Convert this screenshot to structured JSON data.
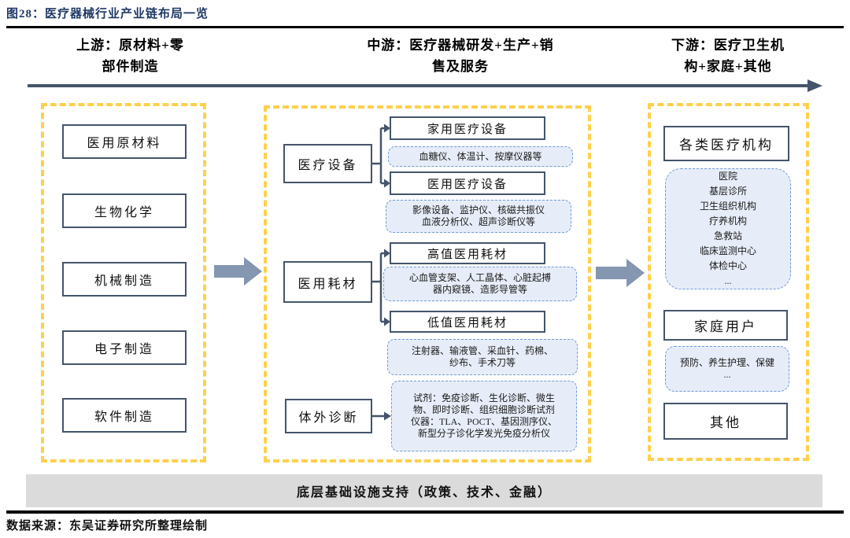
{
  "figure": {
    "title": "图28：医疗器械行业产业链布局一览",
    "source": "数据来源：东吴证券研究所整理绘制",
    "infrastructure": "底层基础设施支持（政策、技术、金融）"
  },
  "colors": {
    "accent_dark": "#44546A",
    "container_dash_yellow": "#FFD04D",
    "block_arrow_blue": "#8496B0",
    "detail_fill": "#E7EDF8",
    "detail_border": "#6F9AD6",
    "title_blue": "#1F3864",
    "infra_bar_gray": "#DBDBDB"
  },
  "stages": {
    "upstream": {
      "header": "上游：原材料+零\n部件制造",
      "items": [
        "医用原材料",
        "生物化学",
        "机械制造",
        "电子制造",
        "软件制造"
      ]
    },
    "midstream": {
      "header": "中游：医疗器械研发+生产+销\n售及服务",
      "groups": [
        {
          "label": "医疗设备",
          "subs": [
            {
              "title": "家用医疗设备",
              "detail": "血糖仪、体温计、按摩仪器等"
            },
            {
              "title": "医用医疗设备",
              "detail": "影像设备、监护仪、核磁共振仪\n血液分析仪、超声诊断仪等"
            }
          ]
        },
        {
          "label": "医用耗材",
          "subs": [
            {
              "title": "高值医用耗材",
              "detail": "心血管支架、人工晶体、心脏起搏\n器内窥镜、造影导管等"
            },
            {
              "title": "低值医用耗材",
              "detail": "注射器、输液管、采血针、药棉、\n纱布、手术刀等"
            }
          ]
        },
        {
          "label": "体外诊断",
          "detail": "试剂：免疫诊断、生化诊断、微生\n物、即时诊断、组织细胞诊断试剂\n仪器：TLA、POCT、基因测序仪、\n新型分子诊化学发光免疫分析仪"
        }
      ]
    },
    "downstream": {
      "header": "下游：医疗卫生机\n构+家庭+其他",
      "groups": [
        {
          "title": "各类医疗机构",
          "detail": "医院\n基层诊所\n卫生组织机构\n疗养机构\n急救站\n临床监测中心\n体检中心\n..."
        },
        {
          "title": "家庭用户",
          "detail": "预防、养生护理、保健\n..."
        },
        {
          "title": "其他",
          "detail": ""
        }
      ]
    }
  }
}
